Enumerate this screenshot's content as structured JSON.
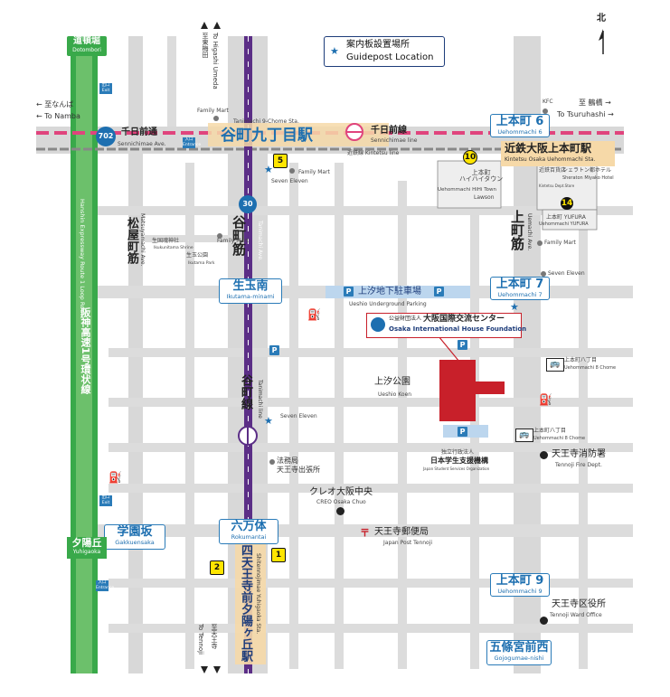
{
  "map": {
    "north": "北",
    "guidepost": {
      "jp": "案内板設置場所",
      "en": "Guidepost Location"
    },
    "directions": {
      "umeda_jp": "至東梅田",
      "umeda_en": "To Higashi Umeda",
      "namba_jp": "← 至なんば",
      "namba_en": "← To Namba",
      "tsuruhashi_jp": "至 鶴橋 →",
      "tsuruhashi_en": "To Tsuruhashi →",
      "tennoji_jp": "至天王寺",
      "tennoji_en": "To Tennoji"
    },
    "stations": {
      "dotombori": {
        "jp": "道頓堀",
        "en": "Dotombori"
      },
      "tanimachi9": {
        "jp": "谷町九丁目駅",
        "en": "Tanimachi 9-Chome Sta."
      },
      "sennichimae_line": {
        "jp": "千日前線",
        "en": "Sennichimae line"
      },
      "uehommachi6": {
        "jp": "上本町 6",
        "en": "Uehommachi 6"
      },
      "kintetsu": {
        "jp": "近鉄大阪上本町駅",
        "en": "Kintetsu Osaka Uehommachi Sta."
      },
      "ikutama": {
        "jp": "生玉南",
        "en": "Ikutama-minami"
      },
      "uehommachi7": {
        "jp": "上本町 7",
        "en": "Uehommachi 7"
      },
      "gakuensaka": {
        "jp": "学園坂",
        "en": "Gakkuensaka"
      },
      "yuhigaoka": {
        "jp": "夕陽丘",
        "en": "Yuhigaoka"
      },
      "rokumantai": {
        "jp": "六万体",
        "en": "Rokumantai"
      },
      "shitennoji": {
        "jp": "四天王寺前夕陽ヶ丘駅",
        "en": "Shitennojimae Yuhigaoka Sta."
      },
      "uehommachi9": {
        "jp": "上本町 9",
        "en": "Uehommachi 9"
      },
      "gojogumae": {
        "jp": "五條宮前西",
        "en": "Gojogumae-nishi"
      }
    },
    "streets": {
      "sennichimae_ave": {
        "jp": "千日前通",
        "en": "Sennichimae Ave."
      },
      "tanimachi": {
        "jp": "谷町筋",
        "en": "Tanimachi Ave."
      },
      "matsuyamachi": {
        "jp": "松屋町筋",
        "en": "Matsuyamachi Ave."
      },
      "uemachi": {
        "jp": "上町筋",
        "en": "Uemachi Ave."
      },
      "tanimachi_line": {
        "jp": "谷町線",
        "en": "Tanimachi line"
      },
      "kintetsu_line": "近鉄線 Kintetsu line",
      "hanshin": "阪神高速1号環状線",
      "hanshin_en": "Hanshin Expressway Route 1 Loop Route",
      "route702": "702",
      "route30": "30"
    },
    "parking": {
      "jp": "上汐地下駐車場",
      "en": "Ueshio Underground Parking",
      "p": "P"
    },
    "oihf": {
      "org": "公益財団法人",
      "jp": "大阪国際交流センター",
      "en": "Osaka International House Foundation"
    },
    "park": {
      "jp": "上汐公園",
      "en": "Ueshio Koen"
    },
    "jasso": {
      "org": "独立行政法人",
      "jp": "日本学生支援機構",
      "en": "Japan Student Services Organization"
    },
    "bus_stops": {
      "b8": {
        "jp": "上本町八丁目",
        "en": "Uehommachi 8 Chome"
      }
    },
    "pois": {
      "family_mart": "Family Mart",
      "seven_eleven": "Seven Eleven",
      "kfc": "KFC",
      "hiai_jp": "上本町\nハイハイタウン",
      "hiai_en": "Uehommachi HiHi Town",
      "lawson": "Lawson",
      "kintetsu_dept_jp": "近鉄百貨店",
      "kintetsu_dept_en": "Kintetsu Dept.Store",
      "sheraton_jp": "シェラトン都ホテル",
      "sheraton_en": "Sheraton Miyako Hotel",
      "yufura_jp": "上本町 YUFURA",
      "yufura_en": "Uehommachi YUFURA",
      "ikukuni_jp": "生国魂神社",
      "ikukuni_en": "Ikukunitama Shrine",
      "ikutama_park_jp": "生玉公園",
      "ikutama_park_en": "Ikutama Park",
      "legal_jp": "法務局",
      "legal_jp2": "天王寺出張所",
      "creo_jp": "クレオ大阪中央",
      "creo_en": "CREO Osaka Chuo",
      "post_jp": "天王寺郵便局",
      "post_en": "Japan Post Tennoji",
      "fire_jp": "天王寺消防署",
      "fire_en": "Tennoji Fire Dept.",
      "ward_jp": "天王寺区役所",
      "ward_en": "Tennoji Ward Office",
      "entrance_jp": "入口",
      "entrance_en": "Entrance",
      "exit_jp": "出口",
      "exit_en": "Exit"
    },
    "markers": [
      "1",
      "2",
      "5",
      "10",
      "14"
    ],
    "colors": {
      "road": "#d8d8d8",
      "highway": "#39a94a",
      "tanimachi_line": "#5b2e86",
      "sennichimae_line": "#e0447d",
      "station_band": "#f6d9a8",
      "oihf": "#c8202a",
      "accent": "#1d6fb0"
    }
  }
}
